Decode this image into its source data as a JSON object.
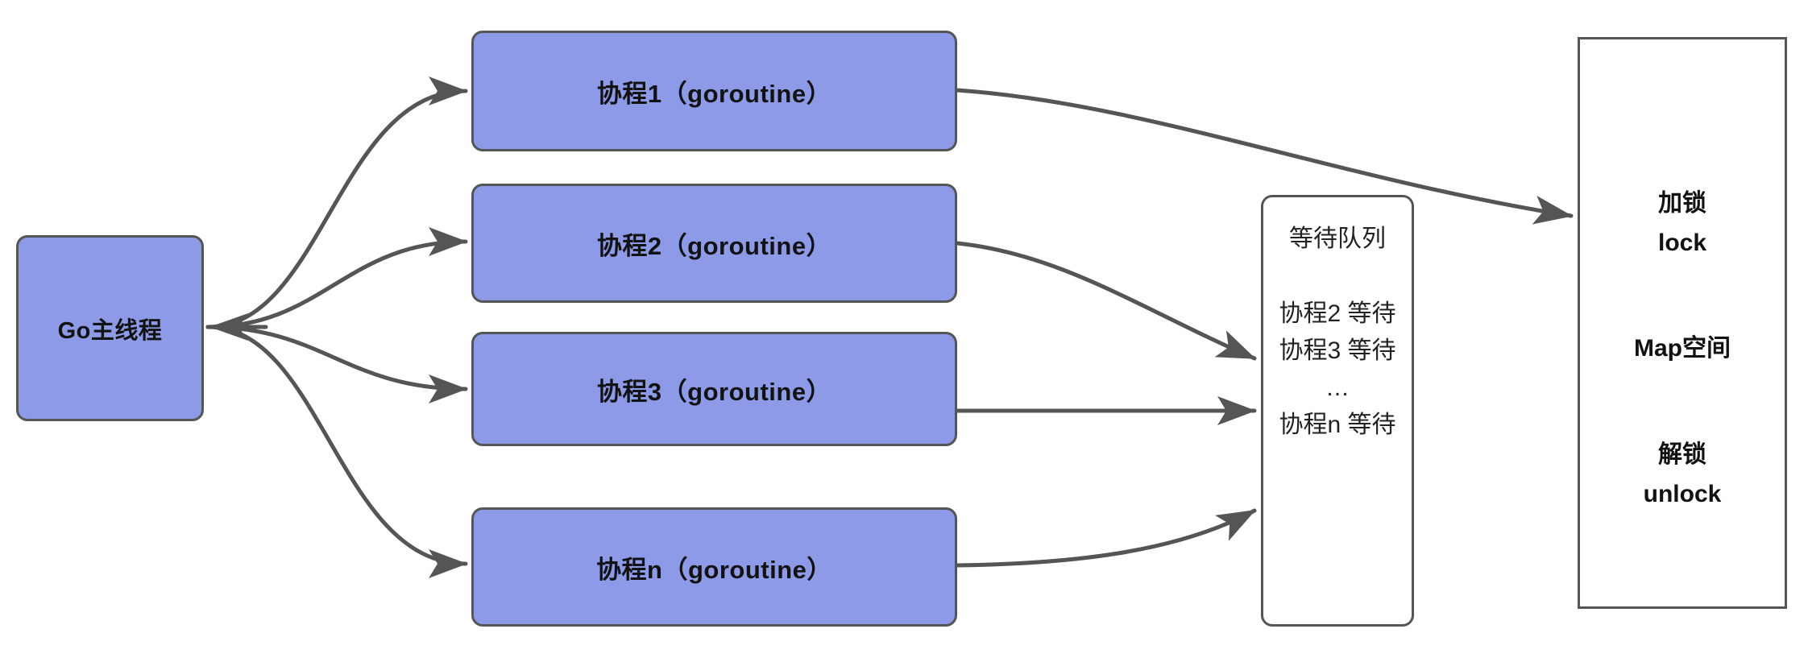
{
  "diagram": {
    "title": "Go goroutines contending for a locked Map space via a waiting queue",
    "colors": {
      "process_fill": "#8c9ae8",
      "stroke": "#555555",
      "text": "#121212",
      "background": "#ffffff"
    },
    "main_thread": {
      "label": "Go主线程"
    },
    "goroutines": [
      {
        "label": "协程1（goroutine）"
      },
      {
        "label": "协程2（goroutine）"
      },
      {
        "label": "协程3（goroutine）"
      },
      {
        "label": "协程n（goroutine）"
      }
    ],
    "queue": {
      "title": "等待队列",
      "items": [
        "协程2 等待",
        "协程3 等待",
        "…",
        "协程n 等待"
      ]
    },
    "map_space": {
      "lock_cn": "加锁",
      "lock_en": "lock",
      "map_cn": "Map空间",
      "unlock_cn": "解锁",
      "unlock_en": "unlock"
    }
  }
}
